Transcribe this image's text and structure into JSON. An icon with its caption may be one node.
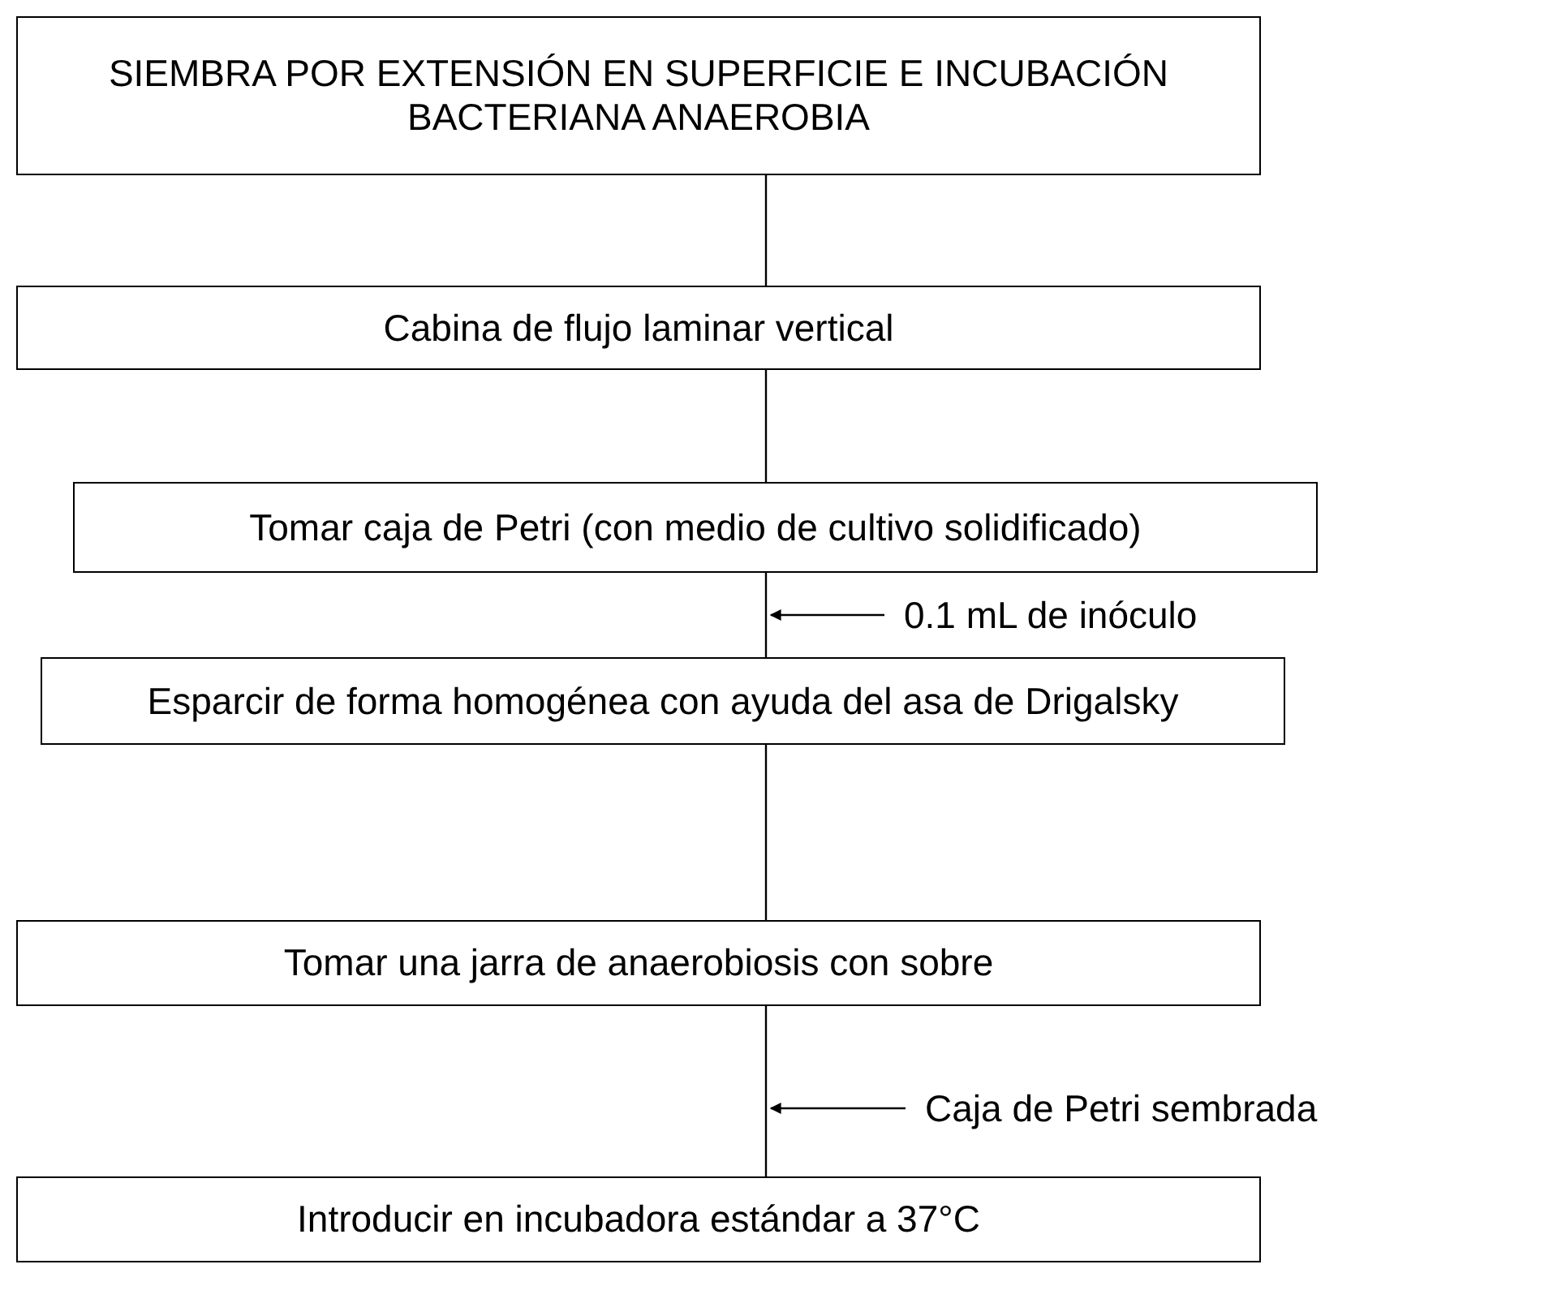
{
  "diagram": {
    "nodes": [
      {
        "text": [
          "SIEMBRA POR EXTENSIÓN EN SUPERFICIE E INCUBACIÓN BACTERIANA ANAEROBIA"
        ]
      },
      {
        "text": [
          "Cabina de flujo laminar vertical"
        ]
      },
      {
        "text": [
          "Tomar caja de Petri (con medio de cultivo solidificado)"
        ]
      },
      {
        "text": [
          "Esparcir de forma homogénea con ayuda del asa de Drigalsky"
        ]
      },
      {
        "text": [
          "Tomar una jarra de anaerobiosis con sobre"
        ]
      },
      {
        "text": [
          "Introducir en incubadora estándar a 37°C"
        ]
      },
      {
        "text": [
          "0.1 mL de inóculo"
        ]
      },
      {
        "text": [
          "Caja de Petri sembrada"
        ]
      }
    ],
    "edges": [
      {
        "from": 0,
        "to": 1,
        "arrow": "none"
      },
      {
        "from": 1,
        "to": 2,
        "arrow": "none"
      },
      {
        "from": 2,
        "to": 3,
        "arrow": "none"
      },
      {
        "from": 3,
        "to": 4,
        "arrow": "none"
      },
      {
        "from": 4,
        "to": 5,
        "arrow": "none"
      },
      {
        "from": 6,
        "to": null,
        "arrow": "to"
      },
      {
        "from": 7,
        "to": null,
        "arrow": "to"
      }
    ]
  }
}
